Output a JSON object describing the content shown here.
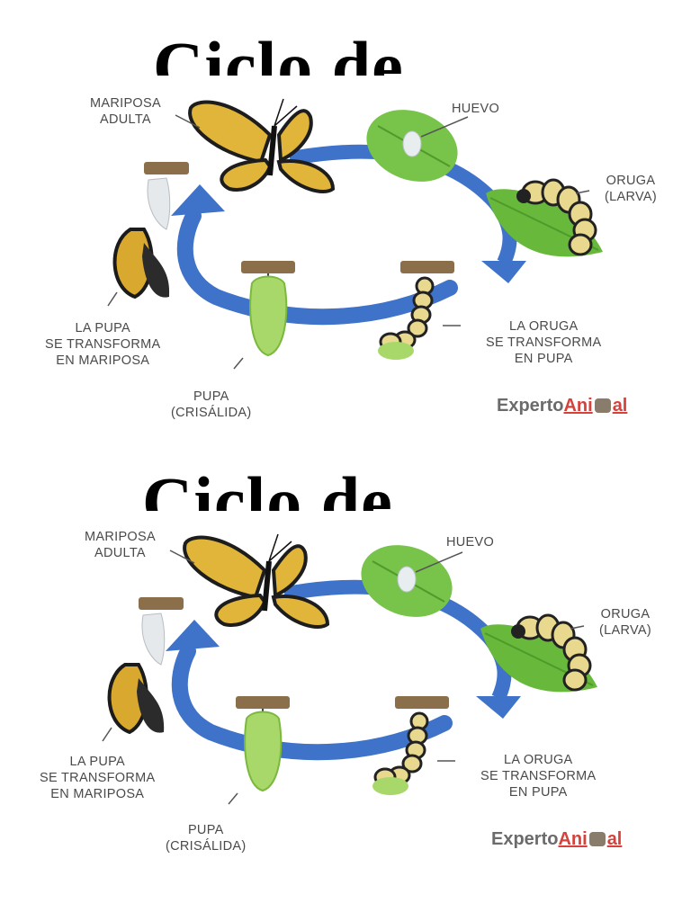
{
  "title": "Ciclo de",
  "stages": {
    "adult": {
      "line1": "MARIPOSA",
      "line2": "ADULTA"
    },
    "egg": {
      "line1": "HUEVO"
    },
    "larva": {
      "line1": "ORUGA",
      "line2": "(LARVA)"
    },
    "to_pupa": {
      "line1": "LA ORUGA",
      "line2": "SE TRANSFORMA",
      "line3": "EN PUPA"
    },
    "pupa": {
      "line1": "PUPA",
      "line2": "(CRISÁLIDA)"
    },
    "to_butterfly": {
      "line1": "LA PUPA",
      "line2": "SE TRANSFORMA",
      "line3": "EN MARIPOSA"
    }
  },
  "brand": {
    "part1": "Experto",
    "part2": "Ani",
    "part3": "al"
  },
  "colors": {
    "arrow": "#3f72c9",
    "leaf": "#6cbf3a",
    "wing": "#e0b53a",
    "chrysalis": "#a8d86a"
  }
}
